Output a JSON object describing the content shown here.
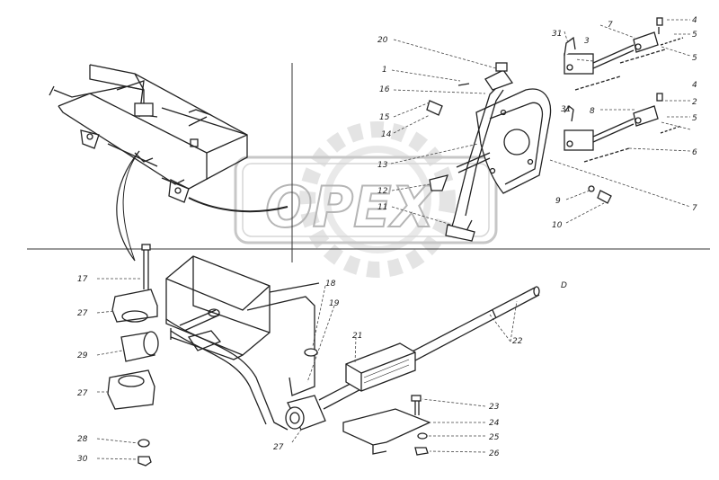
{
  "watermark": {
    "text": "OPEX"
  },
  "callouts": {
    "c1": "1",
    "c2": "2",
    "c3": "3",
    "c4a": "4",
    "c4b": "4",
    "c5a": "5",
    "c5b": "5",
    "c5c": "5",
    "c6": "6",
    "c7a": "7",
    "c7b": "7",
    "c8": "8",
    "c9": "9",
    "c10": "10",
    "c11": "11",
    "c12": "12",
    "c13": "13",
    "c14": "14",
    "c15": "15",
    "c16": "16",
    "c17": "17",
    "c18": "18",
    "c19": "19",
    "c20": "20",
    "c21": "21",
    "c22": "22",
    "c23": "23",
    "c24": "24",
    "c25": "25",
    "c26": "26",
    "c27a": "27",
    "c27b": "27",
    "c27c": "27",
    "c28": "28",
    "c29": "29",
    "c30": "30",
    "c31a": "31",
    "c31b": "31",
    "cD": "D"
  }
}
